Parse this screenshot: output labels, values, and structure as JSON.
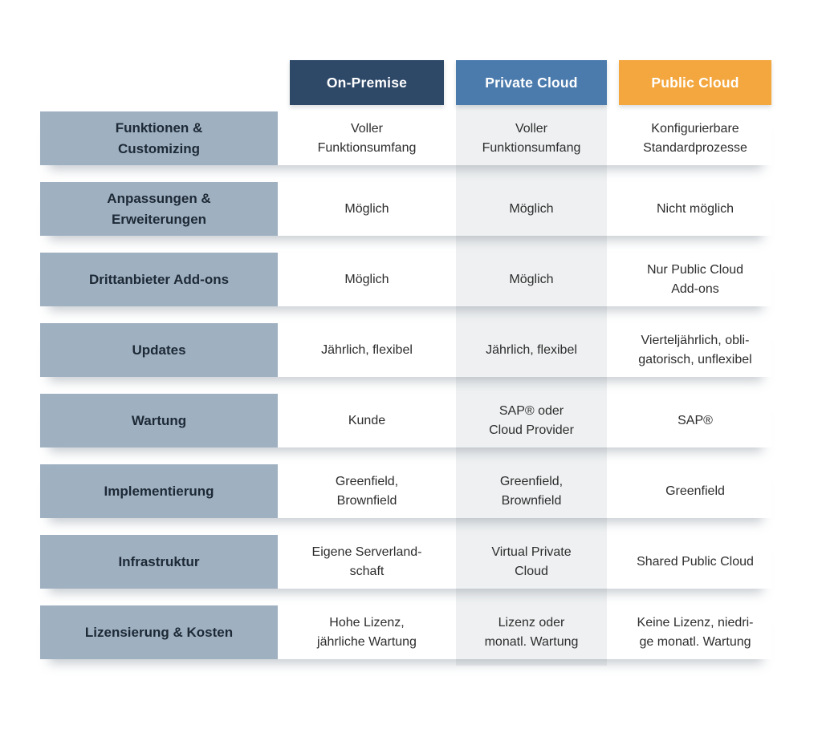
{
  "colors": {
    "page_bg": "#ffffff",
    "row_header_bg": "#9fb0c1",
    "row_header_text": "#1d2935",
    "cell_text": "#2d2d2d",
    "private_column_bg": "#eef0f1",
    "on_premise_header": "#2e4868",
    "private_cloud_header": "#4b7bad",
    "public_cloud_header": "#f3a73e"
  },
  "chart_data": {
    "type": "table",
    "columns": [
      {
        "label": "On-Premise",
        "color": "#2e4868"
      },
      {
        "label": "Private Cloud",
        "color": "#4b7bad"
      },
      {
        "label": "Public Cloud",
        "color": "#f3a73e"
      }
    ],
    "rows": [
      {
        "label": "Funktionen &\nCustomizing",
        "cells": [
          "Voller\nFunktionsumfang",
          "Voller\nFunktionsumfang",
          "Konfigurierbare\nStandardprozesse"
        ]
      },
      {
        "label": "Anpassungen &\nErweiterungen",
        "cells": [
          "Möglich",
          "Möglich",
          "Nicht möglich"
        ]
      },
      {
        "label": "Drittanbieter Add-ons",
        "cells": [
          "Möglich",
          "Möglich",
          "Nur Public Cloud\nAdd-ons"
        ]
      },
      {
        "label": "Updates",
        "cells": [
          "Jährlich, flexibel",
          "Jährlich, flexibel",
          "Vierteljährlich, obli-\ngatorisch, unflexibel"
        ]
      },
      {
        "label": "Wartung",
        "cells": [
          "Kunde",
          "SAP® oder\nCloud Provider",
          "SAP®"
        ]
      },
      {
        "label": "Implementierung",
        "cells": [
          "Greenfield,\nBrownfield",
          "Greenfield,\nBrownfield",
          "Greenfield"
        ]
      },
      {
        "label": "Infrastruktur",
        "cells": [
          "Eigene Serverland-\nschaft",
          "Virtual Private\nCloud",
          "Shared Public Cloud"
        ]
      },
      {
        "label": "Lizensierung & Kosten",
        "cells": [
          "Hohe Lizenz,\njährliche Wartung",
          "Lizenz oder\nmonatl. Wartung",
          "Keine Lizenz, niedri-\nge monatl. Wartung"
        ]
      }
    ]
  }
}
